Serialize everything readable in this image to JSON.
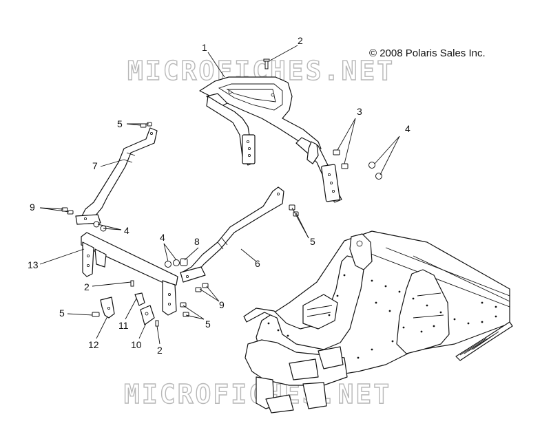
{
  "copyright": "© 2008 Polaris Sales Inc.",
  "watermark": "MICROFICHES.NET",
  "callouts": [
    {
      "id": "c1",
      "label": "1"
    },
    {
      "id": "c2a",
      "label": "2"
    },
    {
      "id": "c3",
      "label": "3"
    },
    {
      "id": "c4a",
      "label": "4"
    },
    {
      "id": "c5a",
      "label": "5"
    },
    {
      "id": "c7",
      "label": "7"
    },
    {
      "id": "c9a",
      "label": "9"
    },
    {
      "id": "c4b",
      "label": "4"
    },
    {
      "id": "c5b",
      "label": "5"
    },
    {
      "id": "c13",
      "label": "13"
    },
    {
      "id": "c4c",
      "label": "4"
    },
    {
      "id": "c8",
      "label": "8"
    },
    {
      "id": "c6",
      "label": "6"
    },
    {
      "id": "c2b",
      "label": "2"
    },
    {
      "id": "c9b",
      "label": "9"
    },
    {
      "id": "c5c",
      "label": "5"
    },
    {
      "id": "c5d",
      "label": "5"
    },
    {
      "id": "c11",
      "label": "11"
    },
    {
      "id": "c12",
      "label": "12"
    },
    {
      "id": "c10",
      "label": "10"
    },
    {
      "id": "c2c",
      "label": "2"
    }
  ]
}
